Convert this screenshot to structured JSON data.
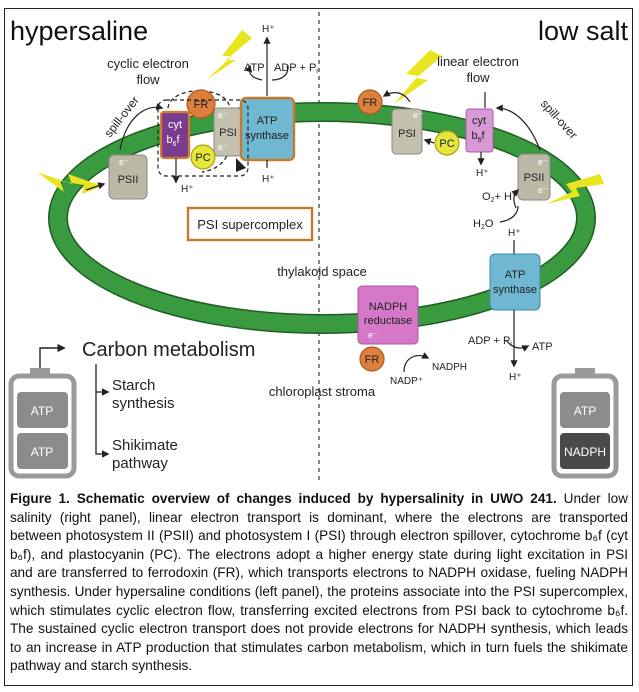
{
  "panels": {
    "left_title": "hypersaline",
    "right_title": "low salt"
  },
  "labels": {
    "cyclic_flow_1": "cyclic electron",
    "cyclic_flow_2": "flow",
    "linear_flow_1": "linear electron",
    "linear_flow_2": "flow",
    "spill_over": "spill-over",
    "psi_supercomplex": "PSI supercomplex",
    "thylakoid_space": "thylakoid space",
    "chloroplast_stroma": "chloroplast stroma",
    "carbon_metabolism": "Carbon metabolism",
    "starch_1": "Starch",
    "starch_2": "synthesis",
    "shikimate_1": "Shikimate",
    "shikimate_2": "pathway",
    "h_plus": "H⁺",
    "atp": "ATP",
    "adp_pi": "ADP + P",
    "pi_sub": "i",
    "o2_h": "O",
    "o2_sub": "2",
    "o2_h_tail": "+ H⁺",
    "h2o": "H",
    "h2o_sub": "2",
    "h2o_tail": "O",
    "nadp": "NADP⁺",
    "nadph": "NADPH",
    "e_minus": "e⁻"
  },
  "complexes": {
    "psii": "PSII",
    "psi": "PSI",
    "fr": "FR",
    "pc": "PC",
    "cyt_1": "cyt",
    "cyt_b": "b",
    "cyt_sub": "6",
    "cyt_f": "f",
    "atp_synthase_1": "ATP",
    "atp_synthase_2": "synthase",
    "nadph_reductase_1": "NADPH",
    "nadph_reductase_2": "reductase"
  },
  "batteries": {
    "left": [
      "ATP",
      "ATP"
    ],
    "right": [
      "ATP",
      "NADPH"
    ]
  },
  "caption": {
    "heading": "Figure 1. Schematic overview of changes induced by hypersalinity in UWO 241.",
    "body": " Under low salinity (right panel), linear electron transport is dominant, where the electrons are transported between photosystem II (PSII) and photosystem I (PSI) through electron spillover, cytochrome b₆f (cyt b₆f), and plastocyanin (PC). The electrons adopt a higher energy state during light excitation in PSI and are transferred to ferrodoxin (FR), which transports electrons to NADPH oxidase, fueling NADPH synthesis. Under hypersaline conditions (left panel), the proteins associate into the PSI supercomplex, which stimulates cyclic electron flow, transferring excited electrons from PSI back to cytochrome b₆f. The sustained cyclic electron transport does not provide electrons for NADPH synthesis, which leads to an increase in ATP production that stimulates carbon metabolism, which in turn fuels the shikimate pathway and starch synthesis."
  },
  "colors": {
    "membrane": "#3a9a3f",
    "membrane_edge": "#1f5e22",
    "psii_fill": "#bcb8a6",
    "psi_fill": "#c4c0ae",
    "atp_synthase_fill": "#70b8d2",
    "cyt_fill_left": "#7a3c8f",
    "cyt_fill_right": "#d79ad6",
    "fr_fill": "#dd7f3d",
    "pc_fill": "#e5e63c",
    "nadph_reductase_fill": "#d478c7",
    "supercomplex_border": "#c47b2b",
    "bolt": "#e8e51f",
    "battery_outline": "#9a9a9a",
    "battery_cell": "#8c8c8c",
    "battery_cell_dark": "#4a4a4a"
  },
  "icons": [
    "lightning-bolt-icon",
    "battery-icon",
    "arrow-icon"
  ]
}
